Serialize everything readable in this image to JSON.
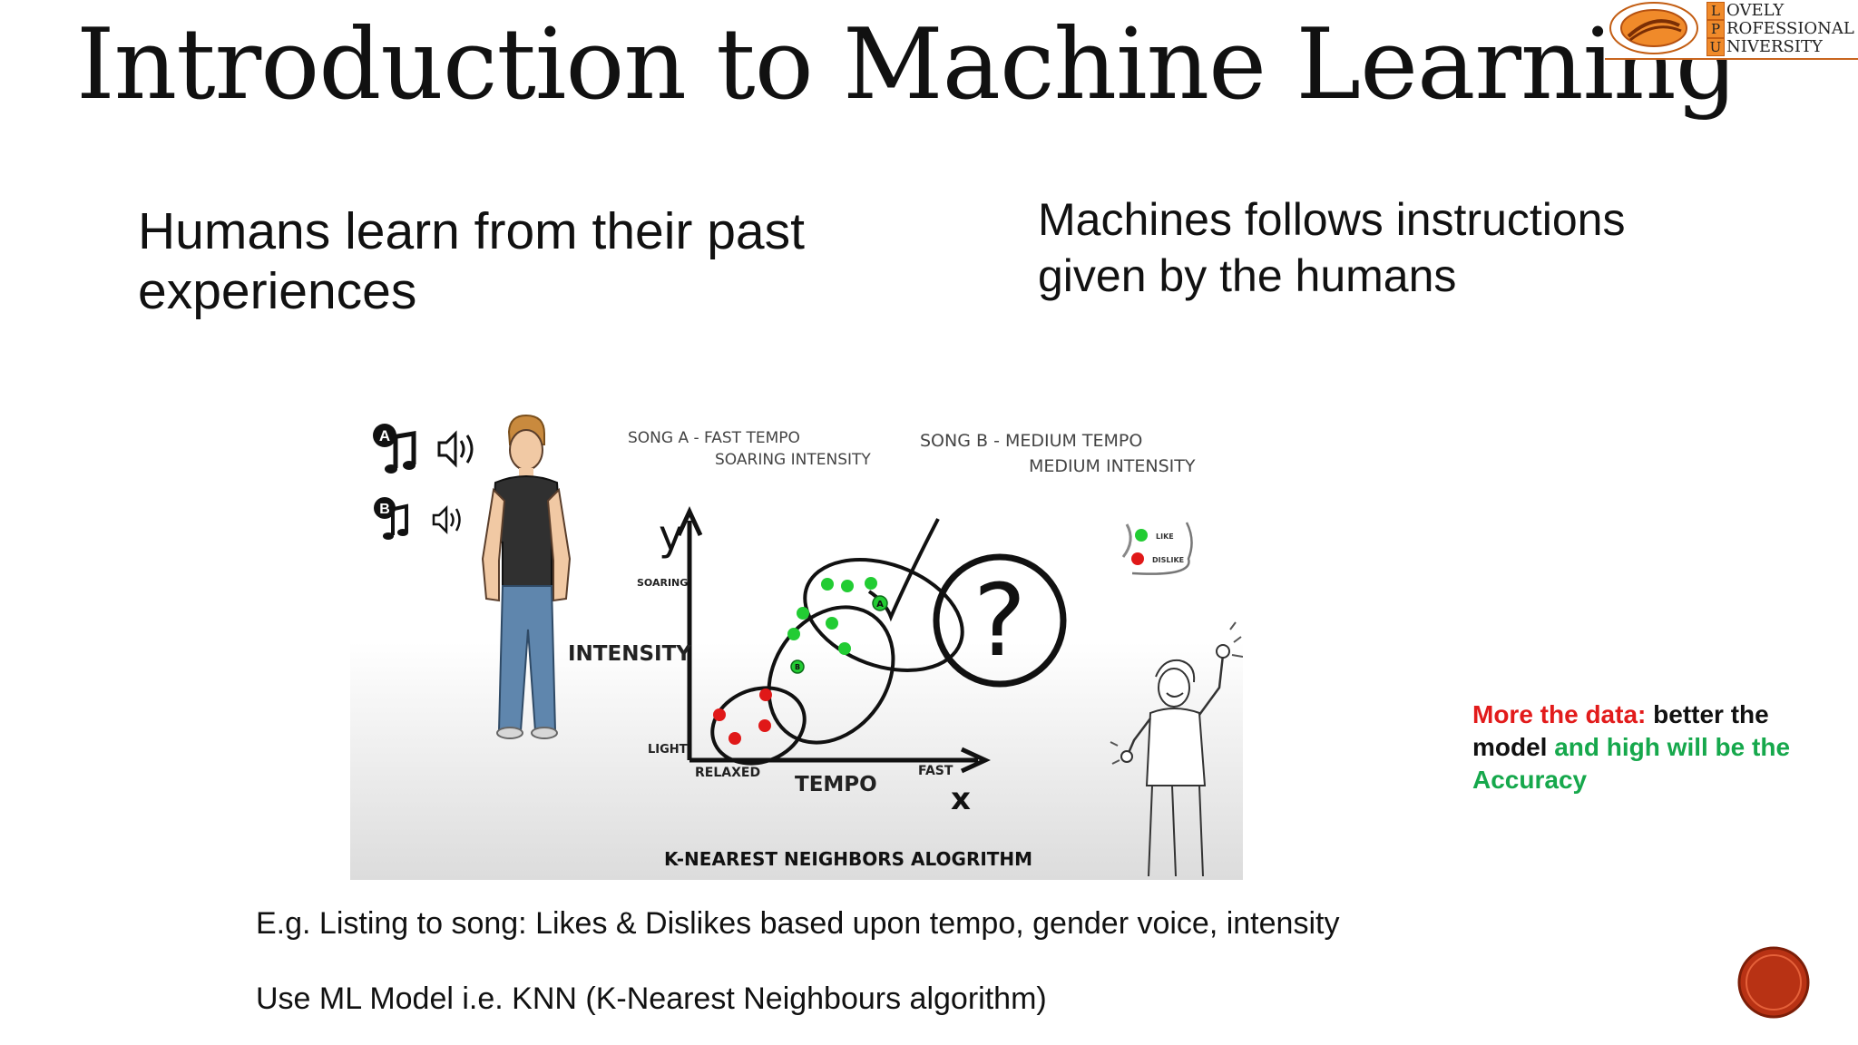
{
  "slide": {
    "title": "Introduction to Machine Learning",
    "left_statement": "Humans learn from their past experiences",
    "right_statement": "Machines follows instructions given by the humans",
    "note": {
      "part1": "More the data:",
      "part2": " better the model ",
      "part3": "and high will be the Accuracy"
    },
    "example_line_1": "E.g. Listing to song:  Likes & Dislikes based upon tempo, gender voice, intensity",
    "example_line_2": "Use ML Model i.e. KNN (K-Nearest Neighbours algorithm)"
  },
  "logo": {
    "line1_initial": "L",
    "line1_rest": "OVELY",
    "line2_initial": "P",
    "line2_rest": "ROFESSIONAL",
    "line3_initial": "U",
    "line3_rest": "NIVERSITY",
    "accent_color": "#f08a2a"
  },
  "illustration": {
    "song_a_header": "SONG  A  -  FAST  TEMPO",
    "song_a_sub": "SOARING  INTENSITY",
    "song_b_header": "SONG  B  -  MEDIUM  TEMPO",
    "song_b_sub": "MEDIUM  INTENSITY",
    "legend_like": "LIKE",
    "legend_dislike": "DISLIKE",
    "y_axis_letter": "y",
    "x_axis_letter": "x",
    "y_axis_title": "INTENSITY",
    "y_tick_high": "SOARING",
    "y_tick_low": "LIGHT",
    "x_axis_title": "TEMPO",
    "x_tick_low": "RELAXED",
    "x_tick_high": "FAST",
    "point_a_label": "A",
    "point_b_label": "B",
    "badge_a": "A",
    "badge_b": "B",
    "question_mark": "?",
    "caption": "K-NEAREST  NEIGHBORS  ALOGRITHM",
    "like_color": "#22cc33",
    "dislike_color": "#e01818"
  }
}
